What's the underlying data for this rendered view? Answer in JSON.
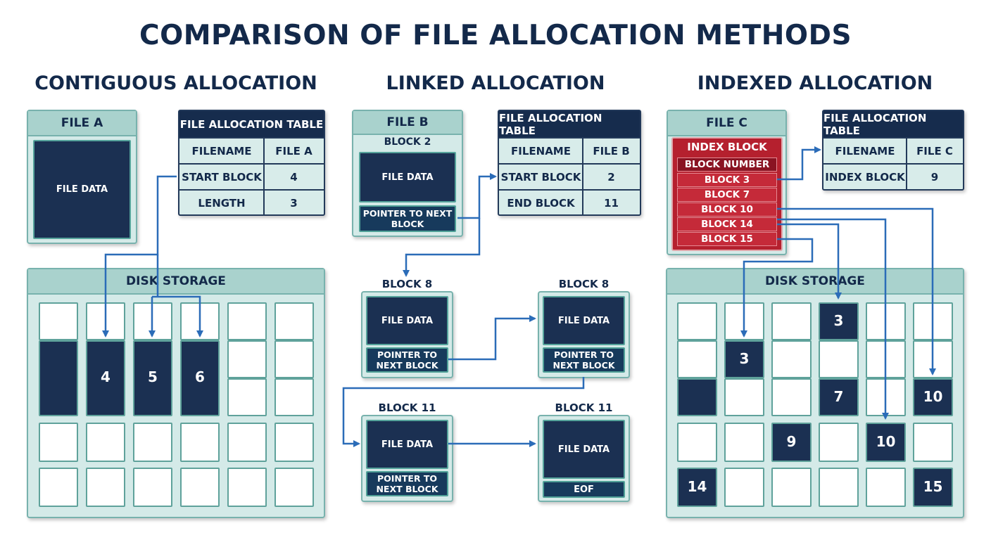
{
  "title": "COMPARISON OF FILE ALLOCATION METHODS",
  "sections": {
    "contiguous": {
      "title": "CONTIGUOUS ALLOCATION",
      "file_label": "FILE A",
      "file_data": "FILE DATA",
      "fat": {
        "header": "FILE ALLOCATION TABLE",
        "rows": [
          [
            "FILENAME",
            "FILE A"
          ],
          [
            "START BLOCK",
            "4"
          ],
          [
            "LENGTH",
            "3"
          ]
        ]
      },
      "disk": {
        "label": "DISK STORAGE",
        "numbers": [
          "4",
          "5",
          "6"
        ]
      }
    },
    "linked": {
      "title": "LINKED ALLOCATION",
      "file_label": "FILE B",
      "first_block": "BLOCK 2",
      "file_data": "FILE DATA",
      "pointer": "POINTER TO NEXT BLOCK",
      "eof": "EOF",
      "fat": {
        "header": "FILE ALLOCATION TABLE",
        "rows": [
          [
            "FILENAME",
            "FILE B"
          ],
          [
            "START BLOCK",
            "2"
          ],
          [
            "END BLOCK",
            "11"
          ]
        ]
      },
      "blocks": [
        "BLOCK 8",
        "BLOCK 8",
        "BLOCK 11",
        "BLOCK 11"
      ]
    },
    "indexed": {
      "title": "INDEXED ALLOCATION",
      "file_label": "FILE C",
      "index_block": {
        "header": "INDEX BLOCK",
        "sub": "BLOCK NUMBER",
        "entries": [
          "BLOCK 3",
          "BLOCK 7",
          "BLOCK 10",
          "BLOCK 14",
          "BLOCK 15"
        ]
      },
      "fat": {
        "header": "FILE ALLOCATION TABLE",
        "rows": [
          [
            "FILENAME",
            "FILE C"
          ],
          [
            "INDEX BLOCK",
            "9"
          ]
        ]
      },
      "disk": {
        "label": "DISK STORAGE",
        "numbers": [
          "3",
          "3",
          "7",
          "10",
          "9",
          "10",
          "14",
          "15"
        ]
      }
    }
  },
  "colors": {
    "navy": "#1b3052",
    "teal_panel": "#d4eae8",
    "teal_header": "#a9d2cd",
    "index_red": "#b5202e",
    "arrow_blue": "#2b6cb8"
  }
}
